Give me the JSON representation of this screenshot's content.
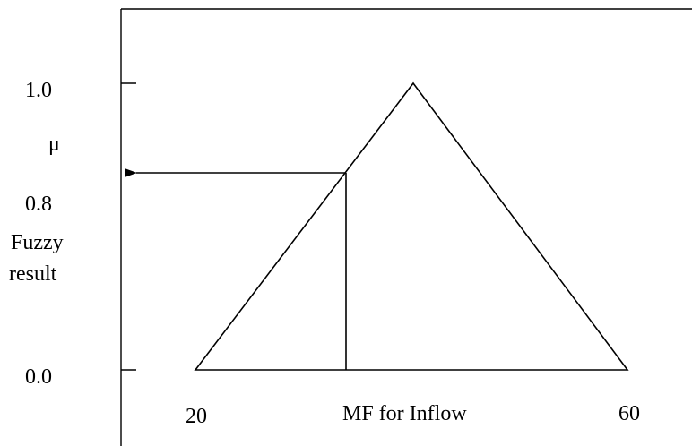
{
  "diagram": {
    "colors": {
      "stroke": "#000000",
      "background": "#ffffff"
    },
    "y_axis": {
      "tick_labels": {
        "top": "1.0",
        "bottom": "0.0"
      },
      "symbol": "μ",
      "input_value_label": "0.8",
      "output_label_line1": "Fuzzy",
      "output_label_line2": "result"
    },
    "x_axis": {
      "left_label": "20",
      "center_label": "MF for Inflow",
      "right_label": "60"
    },
    "membership_function": {
      "type": "triangle",
      "start": 20,
      "peak_membership": 1.0,
      "end": 60,
      "result_membership": 0.8
    }
  }
}
